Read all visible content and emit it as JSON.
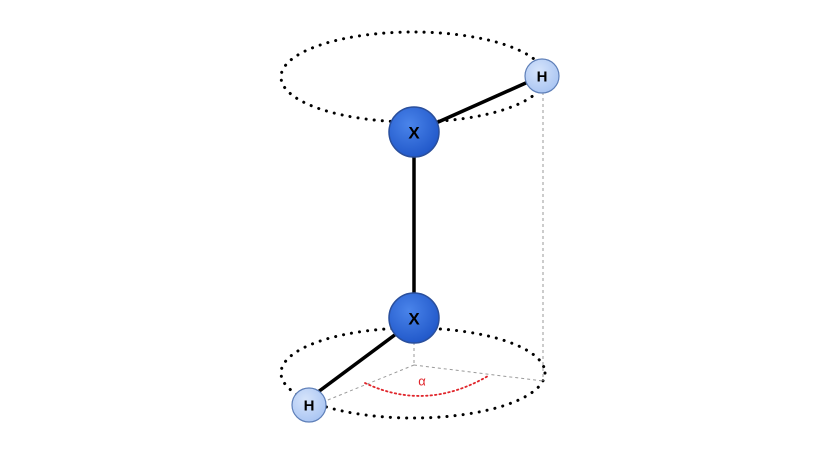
{
  "atoms": {
    "x_top": {
      "label": "X"
    },
    "x_bottom": {
      "label": "X"
    },
    "h_top": {
      "label": "H"
    },
    "h_bottom": {
      "label": "H"
    }
  },
  "angle": {
    "label": "α"
  },
  "colors": {
    "x_atom_fill": "#1f56c8",
    "x_atom_highlight": "#4a84ea",
    "x_atom_stroke": "#2a4f9c",
    "h_atom_fill": "#a8c4f2",
    "h_atom_highlight": "#d6e4fb",
    "h_atom_stroke": "#5e7fb8",
    "bond": "#000000",
    "orbit": "#000000",
    "guide": "#9a9a9a",
    "angle": "#e0252b",
    "label": "#000000"
  }
}
